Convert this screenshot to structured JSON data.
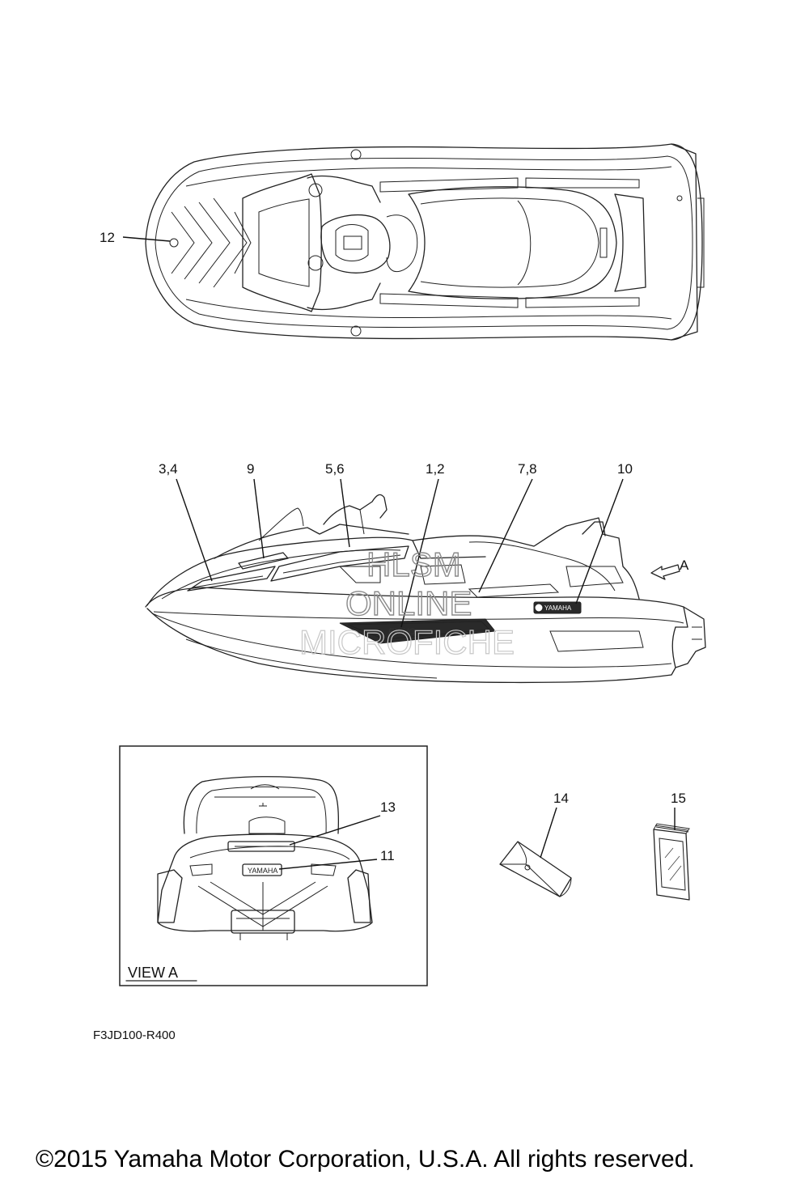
{
  "callouts": {
    "c12": "12",
    "c34": "3,4",
    "c9": "9",
    "c56": "5,6",
    "c12b": "1,2",
    "c78": "7,8",
    "c10": "10",
    "cA": "A",
    "c13": "13",
    "c11": "11",
    "c14": "14",
    "c15": "15"
  },
  "watermark": {
    "line1": "HLSM",
    "line2": "ONLINE",
    "line3": "MICROFICHE"
  },
  "view_a_label": "VIEW A",
  "diagram_code": "F3JD100-R400",
  "copyright": "©2015 Yamaha Motor Corporation, U.S.A. All rights reserved."
}
